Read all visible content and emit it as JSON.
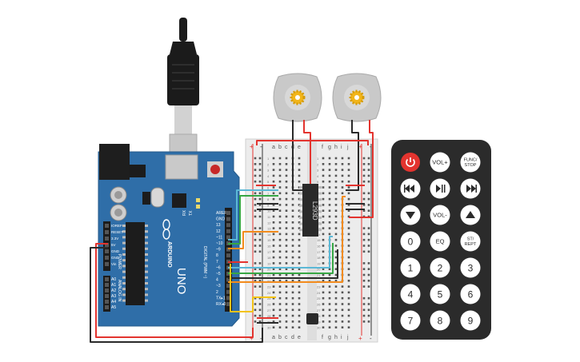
{
  "arduino": {
    "brand_label": "ARDUINO",
    "model_label": "UNO",
    "led_tx": "TX",
    "led_rx": "RX",
    "digital_label": "DIGITAL (PWM ~)",
    "power_label": "POWER",
    "analog_label": "ANALOG IN",
    "digital_pins": [
      "AREF",
      "GND",
      "13",
      "12",
      "~11",
      "~10",
      "~9",
      "8",
      "7",
      "~6",
      "~5",
      "4",
      "~3",
      "2",
      "TX▸1",
      "RX◂0"
    ],
    "power_pins": [
      "IOREF",
      "RESET",
      "3.3V",
      "5V",
      "GND",
      "GND",
      "Vin"
    ],
    "analog_pins": [
      "A0",
      "A1",
      "A2",
      "A3",
      "A4",
      "A5"
    ]
  },
  "breadboard": {
    "column_letters_left": [
      "a",
      "b",
      "c",
      "d",
      "e"
    ],
    "column_letters_right": [
      "f",
      "g",
      "h",
      "i",
      "j"
    ],
    "rail_plus": "+",
    "rail_minus": "-",
    "row_numbers": [
      "1",
      "2",
      "3",
      "4",
      "5",
      "6",
      "7",
      "8",
      "9",
      "10",
      "11",
      "12",
      "13",
      "14",
      "15",
      "16",
      "17",
      "18",
      "19",
      "20",
      "21",
      "22",
      "23",
      "24",
      "25",
      "26",
      "27",
      "28",
      "29",
      "30"
    ]
  },
  "driver_ic": {
    "label": "L293D"
  },
  "remote": {
    "buttons": [
      {
        "label": "",
        "icon": "power-icon",
        "kind": "power"
      },
      {
        "label": "VOL+",
        "kind": "text"
      },
      {
        "label": "FUNC/ STOP",
        "kind": "text"
      },
      {
        "label": "",
        "icon": "rewind-icon",
        "kind": "icon"
      },
      {
        "label": "",
        "icon": "play-pause-icon",
        "kind": "icon"
      },
      {
        "label": "",
        "icon": "fast-forward-icon",
        "kind": "icon"
      },
      {
        "label": "",
        "icon": "down-icon",
        "kind": "icon"
      },
      {
        "label": "VOL-",
        "kind": "text"
      },
      {
        "label": "",
        "icon": "up-icon",
        "kind": "icon"
      },
      {
        "label": "0",
        "kind": "text"
      },
      {
        "label": "EQ",
        "kind": "text"
      },
      {
        "label": "ST/ REPT",
        "kind": "text"
      },
      {
        "label": "1",
        "kind": "text"
      },
      {
        "label": "2",
        "kind": "text"
      },
      {
        "label": "3",
        "kind": "text"
      },
      {
        "label": "4",
        "kind": "text"
      },
      {
        "label": "5",
        "kind": "text"
      },
      {
        "label": "6",
        "kind": "text"
      },
      {
        "label": "7",
        "kind": "text"
      },
      {
        "label": "8",
        "kind": "text"
      },
      {
        "label": "9",
        "kind": "text"
      }
    ]
  },
  "colors": {
    "board": "#2f6ea8",
    "remote": "#2b2b2b",
    "power_button": "#e3342f",
    "wire_red": "#e3342f",
    "wire_black": "#2a2a2a",
    "wire_orange": "#f28b1c",
    "wire_green": "#37a744",
    "wire_blue": "#5bb8d6",
    "wire_yellow": "#f3c318",
    "motor_gear": "#f2b51a"
  }
}
